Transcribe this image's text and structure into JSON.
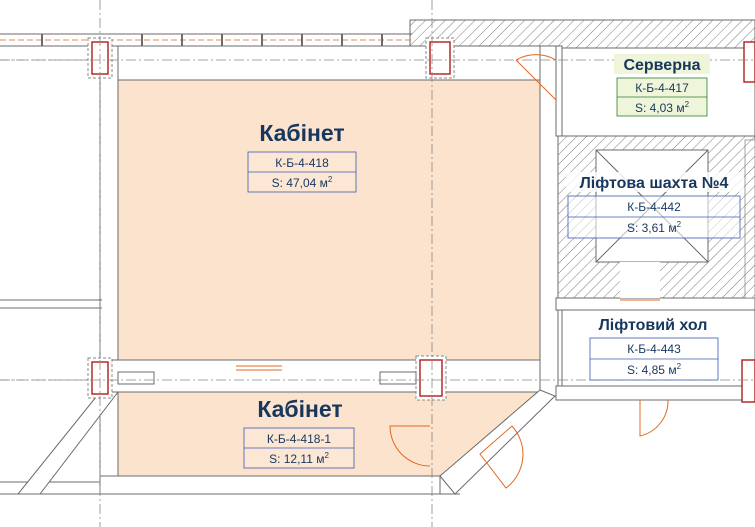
{
  "rooms": [
    {
      "id": "office-main",
      "title": "Кабінет",
      "code": "К-Б-4-418",
      "area_prefix": "S: ",
      "area_value": "47,04",
      "area_unit": "м",
      "area_sup": "2"
    },
    {
      "id": "office-small",
      "title": "Кабінет",
      "code": "К-Б-4-418-1",
      "area_prefix": "S: ",
      "area_value": "12,11",
      "area_unit": "м",
      "area_sup": "2"
    },
    {
      "id": "server",
      "title": "Серверна",
      "code": "К-Б-4-417",
      "area_prefix": "S: ",
      "area_value": "4,03",
      "area_unit": "м",
      "area_sup": "2"
    },
    {
      "id": "lift-shaft",
      "title": "Ліфтова шахта №4",
      "code": "К-Б-4-442",
      "area_prefix": "S: ",
      "area_value": "3,61",
      "area_unit": "м",
      "area_sup": "2"
    },
    {
      "id": "lift-hall",
      "title": "Ліфтовий хол",
      "code": "К-Б-4-443",
      "area_prefix": "S: ",
      "area_value": "4,85",
      "area_unit": "м",
      "area_sup": "2"
    }
  ],
  "colors": {
    "room_fill": "#fbe3cd",
    "wall_fill": "#ffffff",
    "wall_stroke": "#6b6b6b",
    "hatch": "#7a7a7a",
    "label_text": "#17375e",
    "label_border": "#3b5bb5",
    "door": "#e06a1e",
    "column": "#b11d1d",
    "server_label_bg": "#eef5d8",
    "server_label_border": "#2e7d32"
  }
}
